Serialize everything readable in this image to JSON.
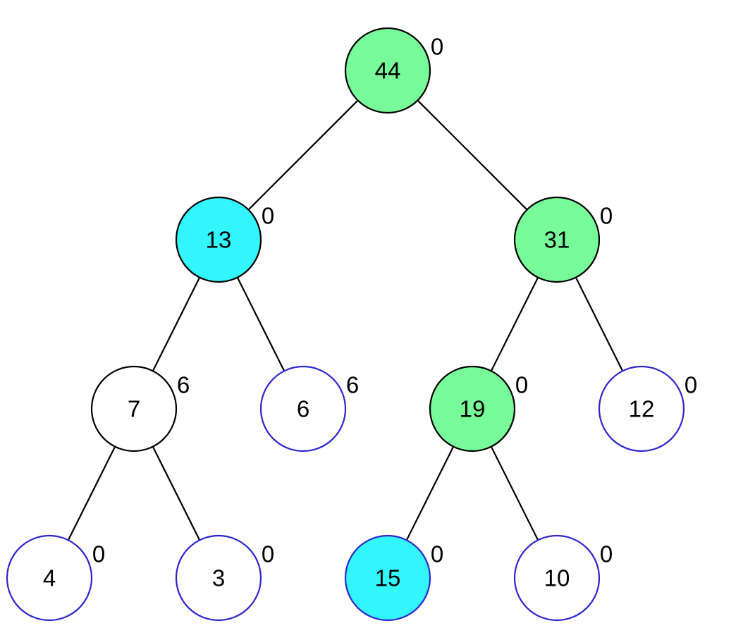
{
  "colors": {
    "green_fill": "#77fc99",
    "cyan_fill": "#33f6fc",
    "white_fill": "#ffffff",
    "black_stroke": "#000000",
    "blue_stroke": "#2d26cc"
  },
  "tree": {
    "nodes": [
      {
        "id": "n44",
        "value": "44",
        "annotation": "0",
        "fill": "green",
        "stroke": "black"
      },
      {
        "id": "n13",
        "value": "13",
        "annotation": "0",
        "fill": "cyan",
        "stroke": "black"
      },
      {
        "id": "n31",
        "value": "31",
        "annotation": "0",
        "fill": "green",
        "stroke": "black"
      },
      {
        "id": "n7",
        "value": "7",
        "annotation": "6",
        "fill": "white",
        "stroke": "black"
      },
      {
        "id": "n6",
        "value": "6",
        "annotation": "6",
        "fill": "white",
        "stroke": "blue"
      },
      {
        "id": "n19",
        "value": "19",
        "annotation": "0",
        "fill": "green",
        "stroke": "black"
      },
      {
        "id": "n12",
        "value": "12",
        "annotation": "0",
        "fill": "white",
        "stroke": "blue"
      },
      {
        "id": "n4",
        "value": "4",
        "annotation": "0",
        "fill": "white",
        "stroke": "blue"
      },
      {
        "id": "n3",
        "value": "3",
        "annotation": "0",
        "fill": "white",
        "stroke": "blue"
      },
      {
        "id": "n15",
        "value": "15",
        "annotation": "0",
        "fill": "cyan",
        "stroke": "blue"
      },
      {
        "id": "n10",
        "value": "10",
        "annotation": "0",
        "fill": "white",
        "stroke": "blue"
      }
    ],
    "edges": [
      {
        "from": "n44",
        "to": "n13"
      },
      {
        "from": "n44",
        "to": "n31"
      },
      {
        "from": "n13",
        "to": "n7"
      },
      {
        "from": "n13",
        "to": "n6"
      },
      {
        "from": "n31",
        "to": "n19"
      },
      {
        "from": "n31",
        "to": "n12"
      },
      {
        "from": "n7",
        "to": "n4"
      },
      {
        "from": "n7",
        "to": "n3"
      },
      {
        "from": "n19",
        "to": "n15"
      },
      {
        "from": "n19",
        "to": "n10"
      }
    ]
  }
}
